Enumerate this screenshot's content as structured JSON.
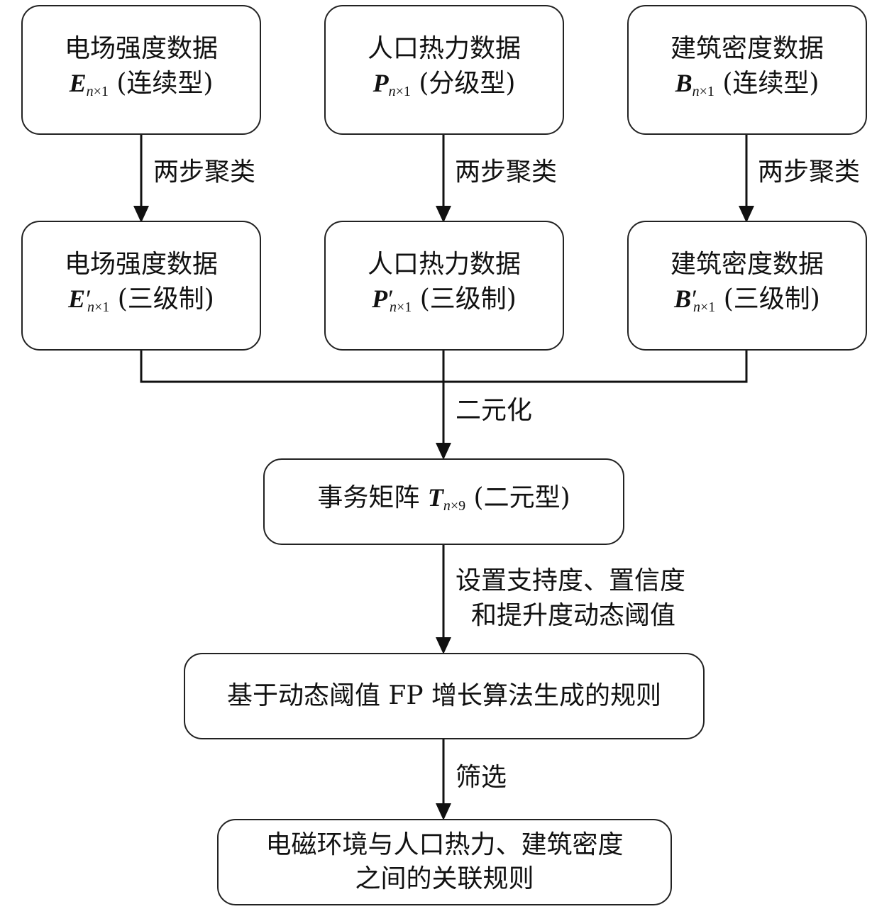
{
  "inputs": [
    {
      "title": "电场强度数据",
      "symbol": "E",
      "subscript": "n",
      "subscript_dim": "×1",
      "type": "(连续型)"
    },
    {
      "title": "人口热力数据",
      "symbol": "P",
      "subscript": "n",
      "subscript_dim": "×1",
      "type": "(分级型)"
    },
    {
      "title": "建筑密度数据",
      "symbol": "B",
      "subscript": "n",
      "subscript_dim": "×1",
      "type": "(连续型)"
    }
  ],
  "clustered": [
    {
      "title": "电场强度数据",
      "symbol": "E",
      "prime": "′",
      "subscript": "n",
      "subscript_dim": "×1",
      "type": "(三级制)"
    },
    {
      "title": "人口热力数据",
      "symbol": "P",
      "prime": "′",
      "subscript": "n",
      "subscript_dim": "×1",
      "type": "(三级制)"
    },
    {
      "title": "建筑密度数据",
      "symbol": "B",
      "prime": "′",
      "subscript": "n",
      "subscript_dim": "×1",
      "type": "(三级制)"
    }
  ],
  "edges": {
    "cluster_label": "两步聚类",
    "binarize_label": "二元化",
    "threshold_label_1": "设置支持度、置信度",
    "threshold_label_2": "和提升度动态阈值",
    "filter_label": "筛选"
  },
  "matrix": {
    "prefix": "事务矩阵",
    "symbol": "T",
    "subscript": "n",
    "subscript_dim": "×9",
    "type": "(二元型)"
  },
  "rules": {
    "text": "基于动态阈值 FP 增长算法生成的规则"
  },
  "result": {
    "line1": "电磁环境与人口热力、建筑密度",
    "line2": "之间的关联规则"
  }
}
